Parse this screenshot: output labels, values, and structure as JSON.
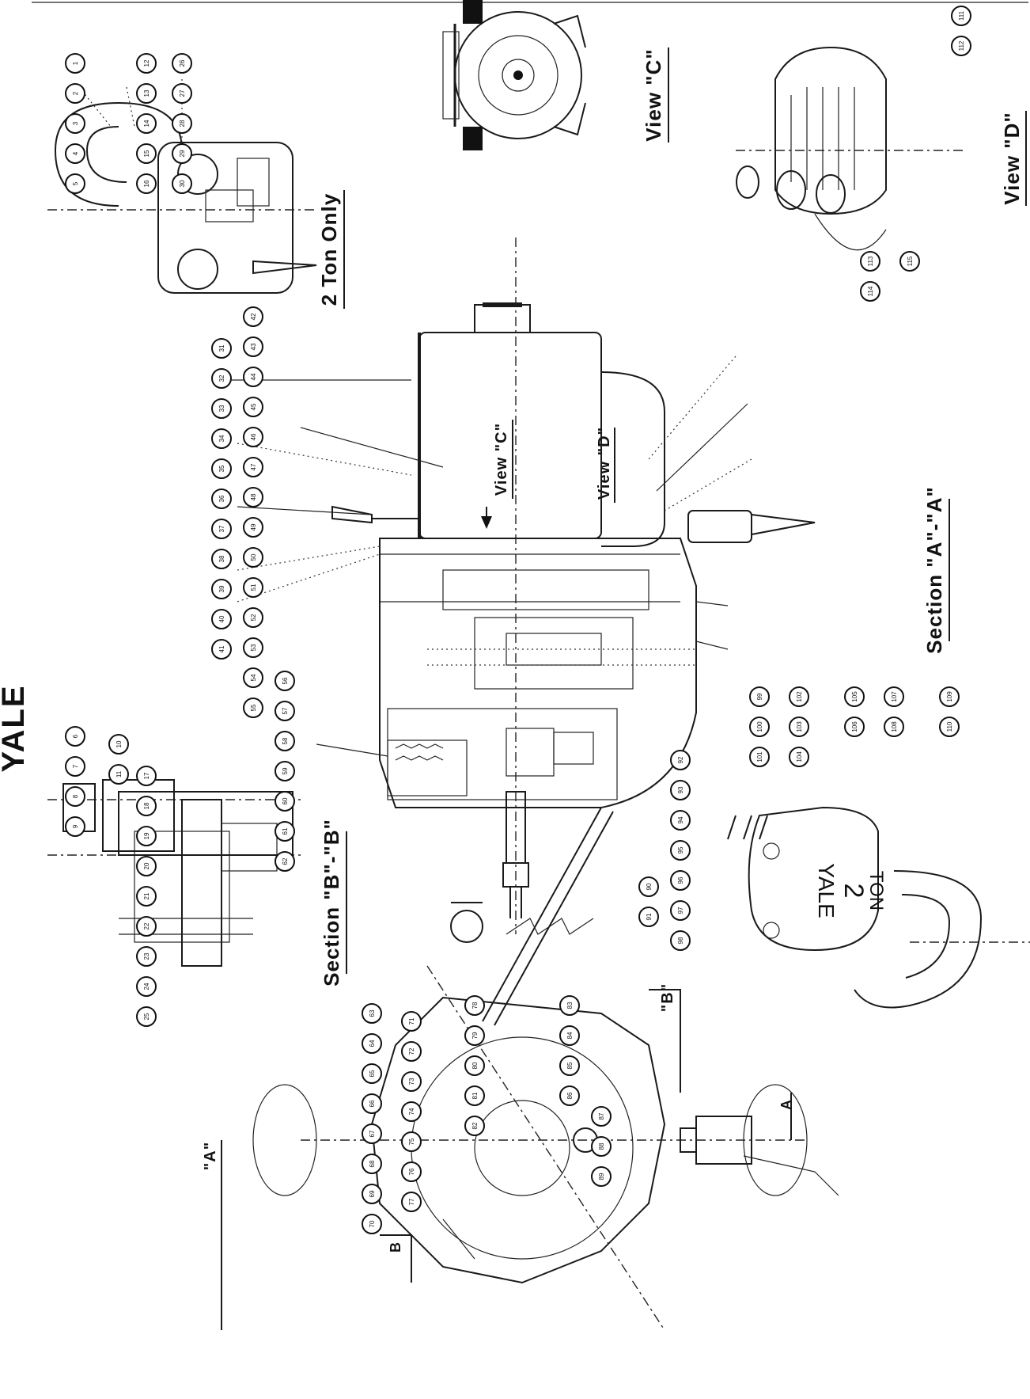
{
  "brand": "YALE",
  "view_labels": {
    "section_aa": "Section \"A\"-\"A\"",
    "section_bb": "Section \"B\"-\"B\"",
    "view_c": "View \"C\"",
    "view_d": "View \"D\"",
    "two_ton_only": "2 Ton Only",
    "arrow_view_c": "View \"C\"",
    "arrow_view_d": "View \"D\""
  },
  "cut_markers": {
    "a_left": "\"A\"",
    "a_right": "A",
    "b_left": "B",
    "b_right": "\"B\""
  },
  "hook_block": {
    "line1": "YALE",
    "line2": "2",
    "line3": "TON"
  },
  "callouts": [
    "1",
    "2",
    "3",
    "4",
    "5",
    "6",
    "7",
    "8",
    "9",
    "10",
    "11",
    "12",
    "13",
    "14",
    "15",
    "16",
    "17",
    "18",
    "19",
    "20",
    "21",
    "22",
    "23",
    "24",
    "25",
    "26",
    "27",
    "28",
    "29",
    "30",
    "31",
    "32",
    "33",
    "34",
    "35",
    "36",
    "37",
    "38",
    "39",
    "40",
    "41",
    "42",
    "43",
    "44",
    "45",
    "46",
    "47",
    "48",
    "49",
    "50",
    "51",
    "52",
    "53",
    "54",
    "55",
    "56",
    "57",
    "58",
    "59",
    "60",
    "61",
    "62",
    "63",
    "64",
    "65",
    "66",
    "67",
    "68",
    "69",
    "70",
    "71",
    "72",
    "73",
    "74",
    "75",
    "76",
    "77",
    "78",
    "79",
    "80",
    "81",
    "82",
    "83",
    "84",
    "85",
    "86",
    "87",
    "88",
    "89",
    "90",
    "91",
    "92",
    "93",
    "94",
    "95",
    "96",
    "97",
    "98",
    "99",
    "100",
    "101",
    "102",
    "103",
    "104",
    "105",
    "106",
    "107",
    "108",
    "109",
    "110",
    "111",
    "112",
    "113",
    "114",
    "115"
  ]
}
